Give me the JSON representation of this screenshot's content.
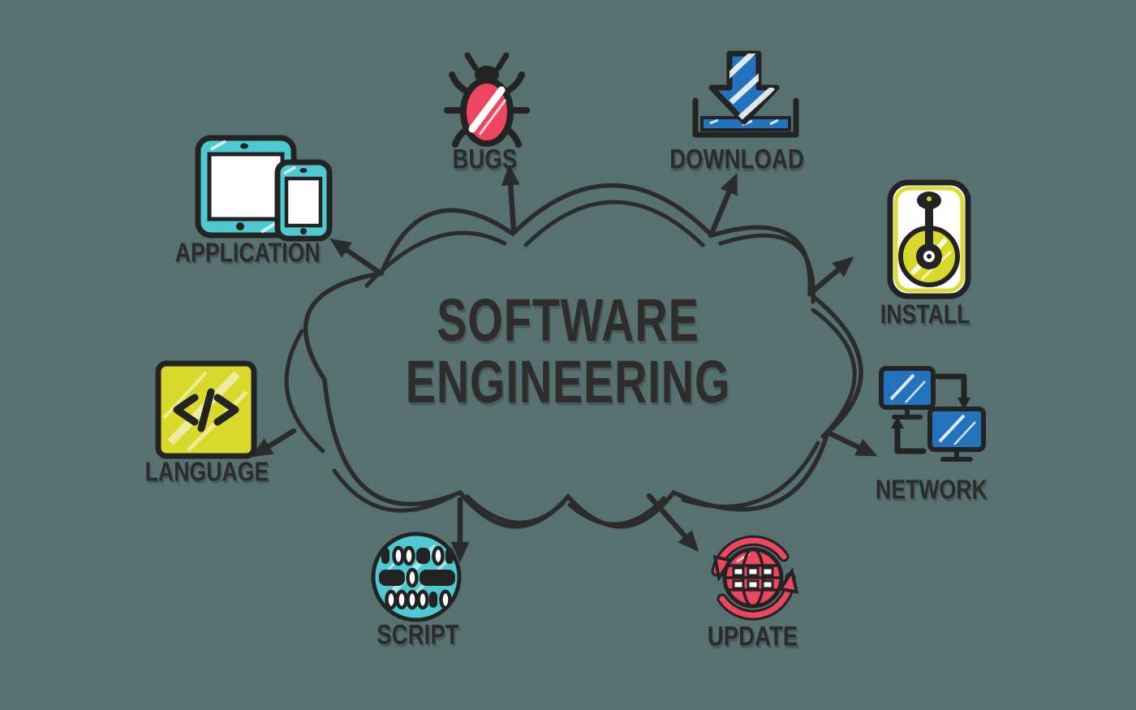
{
  "background_color": "#567170",
  "title": {
    "line1": "SOFTWARE",
    "line2": "ENGINEERING"
  },
  "palette": {
    "outline": "#2b2b2b",
    "teal": "#4ec9cf",
    "blue": "#2272bd",
    "pink": "#ee4560",
    "yellow": "#d9d92b",
    "white": "#ffffff"
  },
  "items": [
    {
      "id": "bugs",
      "label": "BUGS",
      "icon": "bug-icon",
      "color": "#ee4560",
      "position": "top-left-of-center"
    },
    {
      "id": "download",
      "label": "DOWNLOAD",
      "icon": "download-arrow-tray-icon",
      "color": "#2272bd",
      "position": "top-right-of-center"
    },
    {
      "id": "application",
      "label": "APPLICATION",
      "icon": "tablet-phone-icon",
      "color": "#4ec9cf",
      "position": "upper-left"
    },
    {
      "id": "install",
      "label": "INSTALL",
      "icon": "disk-drive-icon",
      "color": "#d9d92b",
      "position": "upper-right"
    },
    {
      "id": "language",
      "label": "LANGUAGE",
      "icon": "code-brackets-icon",
      "color": "#d9d92b",
      "position": "middle-left"
    },
    {
      "id": "network",
      "label": "NETWORK",
      "icon": "monitors-sync-icon",
      "color": "#2272bd",
      "position": "middle-right"
    },
    {
      "id": "script",
      "label": "SCRIPT",
      "icon": "binary-circle-icon",
      "color": "#4ec9cf",
      "position": "bottom-left"
    },
    {
      "id": "update",
      "label": "UPDATE",
      "icon": "globe-refresh-icon",
      "color": "#ee4560",
      "position": "bottom-right"
    }
  ]
}
